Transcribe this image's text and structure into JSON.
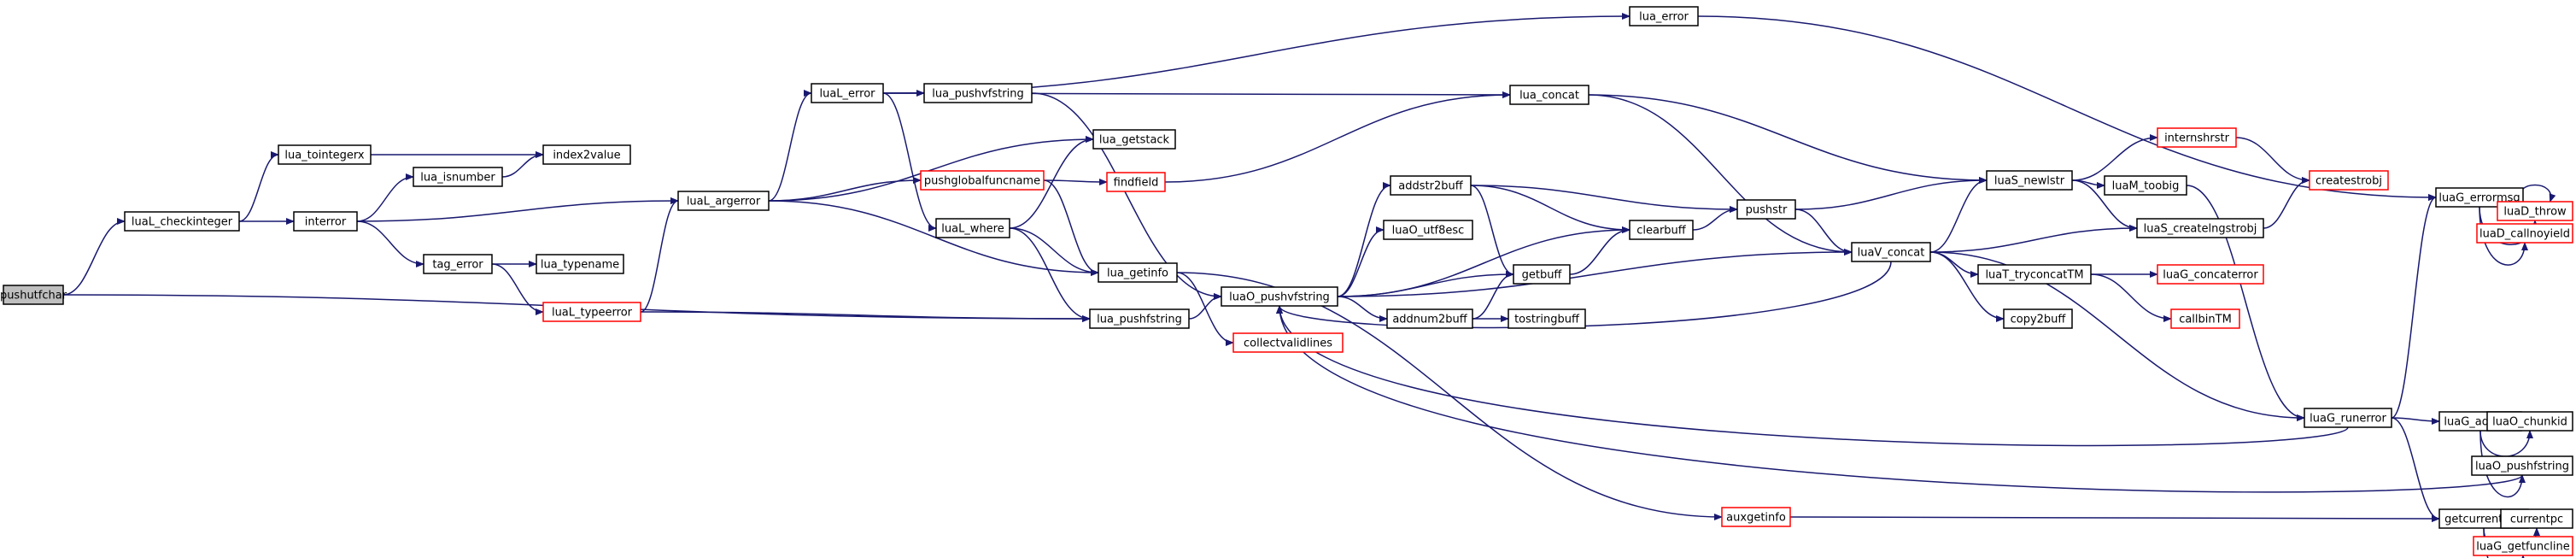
{
  "colors": {
    "edge": "#191970",
    "node_border": "#000000",
    "truncated_border": "#ff0000",
    "root_fill": "#bfbfbf",
    "node_fill": "#ffffff",
    "background": "#ffffff"
  },
  "nodes": [
    {
      "id": "pushutfchar",
      "label": "pushutfchar",
      "kind": "root"
    },
    {
      "id": "luaL_checkinteger",
      "label": "luaL_checkinteger",
      "kind": "normal"
    },
    {
      "id": "lua_tointegerx",
      "label": "lua_tointegerx",
      "kind": "normal"
    },
    {
      "id": "index2value",
      "label": "index2value",
      "kind": "normal"
    },
    {
      "id": "lua_isnumber",
      "label": "lua_isnumber",
      "kind": "normal"
    },
    {
      "id": "interror",
      "label": "interror",
      "kind": "normal"
    },
    {
      "id": "tag_error",
      "label": "tag_error",
      "kind": "normal"
    },
    {
      "id": "lua_typename",
      "label": "lua_typename",
      "kind": "normal"
    },
    {
      "id": "luaL_typeerror",
      "label": "luaL_typeerror",
      "kind": "truncated"
    },
    {
      "id": "luaL_argerror",
      "label": "luaL_argerror",
      "kind": "normal"
    },
    {
      "id": "luaL_error",
      "label": "luaL_error",
      "kind": "normal"
    },
    {
      "id": "lua_pushvfstring",
      "label": "lua_pushvfstring",
      "kind": "normal"
    },
    {
      "id": "luaL_where",
      "label": "luaL_where",
      "kind": "normal"
    },
    {
      "id": "lua_getstack",
      "label": "lua_getstack",
      "kind": "normal"
    },
    {
      "id": "pushglobalfuncname",
      "label": "pushglobalfuncname",
      "kind": "truncated"
    },
    {
      "id": "findfield",
      "label": "findfield",
      "kind": "truncated"
    },
    {
      "id": "lua_getinfo",
      "label": "lua_getinfo",
      "kind": "normal"
    },
    {
      "id": "lua_pushfstring",
      "label": "lua_pushfstring",
      "kind": "normal"
    },
    {
      "id": "collectvalidlines",
      "label": "collectvalidlines",
      "kind": "truncated"
    },
    {
      "id": "luaO_pushvfstring",
      "label": "luaO_pushvfstring",
      "kind": "normal"
    },
    {
      "id": "addstr2buff",
      "label": "addstr2buff",
      "kind": "normal"
    },
    {
      "id": "luaO_utf8esc",
      "label": "luaO_utf8esc",
      "kind": "normal"
    },
    {
      "id": "addnum2buff",
      "label": "addnum2buff",
      "kind": "normal"
    },
    {
      "id": "getbuff",
      "label": "getbuff",
      "kind": "normal"
    },
    {
      "id": "tostringbuff",
      "label": "tostringbuff",
      "kind": "normal"
    },
    {
      "id": "clearbuff",
      "label": "clearbuff",
      "kind": "normal"
    },
    {
      "id": "pushstr",
      "label": "pushstr",
      "kind": "normal"
    },
    {
      "id": "lua_error",
      "label": "lua_error",
      "kind": "normal"
    },
    {
      "id": "lua_concat",
      "label": "lua_concat",
      "kind": "normal"
    },
    {
      "id": "luaV_concat",
      "label": "luaV_concat",
      "kind": "normal"
    },
    {
      "id": "luaS_newlstr",
      "label": "luaS_newlstr",
      "kind": "normal"
    },
    {
      "id": "internshrstr",
      "label": "internshrstr",
      "kind": "truncated"
    },
    {
      "id": "luaM_toobig",
      "label": "luaM_toobig",
      "kind": "normal"
    },
    {
      "id": "createstrobj",
      "label": "createstrobj",
      "kind": "truncated"
    },
    {
      "id": "luaS_createlngstrobj",
      "label": "luaS_createlngstrobj",
      "kind": "normal"
    },
    {
      "id": "luaT_tryconcatTM",
      "label": "luaT_tryconcatTM",
      "kind": "normal"
    },
    {
      "id": "luaG_concaterror",
      "label": "luaG_concaterror",
      "kind": "truncated"
    },
    {
      "id": "callbinTM",
      "label": "callbinTM",
      "kind": "truncated"
    },
    {
      "id": "copy2buff",
      "label": "copy2buff",
      "kind": "normal"
    },
    {
      "id": "luaG_runerror",
      "label": "luaG_runerror",
      "kind": "normal"
    },
    {
      "id": "luaG_errormsg",
      "label": "luaG_errormsg",
      "kind": "normal"
    },
    {
      "id": "luaD_throw",
      "label": "luaD_throw",
      "kind": "truncated"
    },
    {
      "id": "luaD_callnoyield",
      "label": "luaD_callnoyield",
      "kind": "truncated"
    },
    {
      "id": "luaG_addinfo",
      "label": "luaG_addinfo",
      "kind": "normal"
    },
    {
      "id": "luaO_chunkid",
      "label": "luaO_chunkid",
      "kind": "normal"
    },
    {
      "id": "luaO_pushfstring",
      "label": "luaO_pushfstring",
      "kind": "normal"
    },
    {
      "id": "auxgetinfo",
      "label": "auxgetinfo",
      "kind": "truncated"
    },
    {
      "id": "getcurrentline",
      "label": "getcurrentline",
      "kind": "normal"
    },
    {
      "id": "currentpc",
      "label": "currentpc",
      "kind": "normal"
    },
    {
      "id": "luaG_getfuncline",
      "label": "luaG_getfuncline",
      "kind": "truncated"
    }
  ],
  "edges": [
    [
      "pushutfchar",
      "luaL_checkinteger"
    ],
    [
      "pushutfchar",
      "lua_pushfstring"
    ],
    [
      "luaL_checkinteger",
      "lua_tointegerx"
    ],
    [
      "luaL_checkinteger",
      "interror"
    ],
    [
      "lua_tointegerx",
      "index2value"
    ],
    [
      "lua_isnumber",
      "index2value"
    ],
    [
      "interror",
      "lua_isnumber"
    ],
    [
      "interror",
      "luaL_argerror"
    ],
    [
      "interror",
      "tag_error"
    ],
    [
      "tag_error",
      "lua_typename"
    ],
    [
      "tag_error",
      "luaL_typeerror"
    ],
    [
      "luaL_typeerror",
      "luaL_argerror"
    ],
    [
      "luaL_typeerror",
      "lua_pushfstring"
    ],
    [
      "luaL_argerror",
      "luaL_error"
    ],
    [
      "luaL_argerror",
      "lua_getstack"
    ],
    [
      "luaL_argerror",
      "pushglobalfuncname"
    ],
    [
      "luaL_argerror",
      "lua_getinfo"
    ],
    [
      "luaL_error",
      "lua_error"
    ],
    [
      "luaL_error",
      "lua_pushvfstring"
    ],
    [
      "luaL_error",
      "luaL_where"
    ],
    [
      "luaL_error",
      "lua_concat"
    ],
    [
      "luaL_where",
      "lua_getstack"
    ],
    [
      "luaL_where",
      "lua_getinfo"
    ],
    [
      "luaL_where",
      "lua_pushfstring"
    ],
    [
      "pushglobalfuncname",
      "findfield"
    ],
    [
      "pushglobalfuncname",
      "lua_getinfo"
    ],
    [
      "findfield",
      "lua_concat"
    ],
    [
      "lua_pushvfstring",
      "luaO_pushvfstring"
    ],
    [
      "lua_pushfstring",
      "luaO_pushvfstring"
    ],
    [
      "lua_getinfo",
      "collectvalidlines"
    ],
    [
      "lua_getinfo",
      "auxgetinfo"
    ],
    [
      "luaO_pushvfstring",
      "addstr2buff"
    ],
    [
      "luaO_pushvfstring",
      "luaO_utf8esc"
    ],
    [
      "luaO_pushvfstring",
      "addnum2buff"
    ],
    [
      "luaO_pushvfstring",
      "getbuff"
    ],
    [
      "luaO_pushvfstring",
      "clearbuff"
    ],
    [
      "luaO_pushvfstring",
      "luaV_concat"
    ],
    [
      "addstr2buff",
      "getbuff"
    ],
    [
      "addstr2buff",
      "clearbuff"
    ],
    [
      "addstr2buff",
      "pushstr"
    ],
    [
      "addnum2buff",
      "getbuff"
    ],
    [
      "addnum2buff",
      "tostringbuff"
    ],
    [
      "getbuff",
      "clearbuff"
    ],
    [
      "clearbuff",
      "pushstr"
    ],
    [
      "pushstr",
      "luaS_newlstr"
    ],
    [
      "pushstr",
      "luaV_concat"
    ],
    [
      "lua_error",
      "luaG_errormsg"
    ],
    [
      "lua_concat",
      "luaS_newlstr"
    ],
    [
      "lua_concat",
      "luaV_concat"
    ],
    [
      "luaV_concat",
      "luaO_pushvfstring"
    ],
    [
      "luaV_concat",
      "luaS_newlstr"
    ],
    [
      "luaV_concat",
      "luaS_createlngstrobj"
    ],
    [
      "luaV_concat",
      "luaT_tryconcatTM"
    ],
    [
      "luaV_concat",
      "copy2buff"
    ],
    [
      "luaV_concat",
      "luaG_runerror"
    ],
    [
      "luaS_newlstr",
      "internshrstr"
    ],
    [
      "luaS_newlstr",
      "luaM_toobig"
    ],
    [
      "luaS_newlstr",
      "luaS_createlngstrobj"
    ],
    [
      "internshrstr",
      "createstrobj"
    ],
    [
      "luaS_createlngstrobj",
      "createstrobj"
    ],
    [
      "luaM_toobig",
      "luaG_runerror"
    ],
    [
      "luaT_tryconcatTM",
      "luaG_concaterror"
    ],
    [
      "luaT_tryconcatTM",
      "callbinTM"
    ],
    [
      "luaG_runerror",
      "luaO_pushvfstring"
    ],
    [
      "luaG_runerror",
      "luaG_errormsg"
    ],
    [
      "luaG_runerror",
      "luaG_addinfo"
    ],
    [
      "luaG_runerror",
      "getcurrentline"
    ],
    [
      "luaG_errormsg",
      "luaD_throw"
    ],
    [
      "luaG_errormsg",
      "luaD_callnoyield"
    ],
    [
      "luaD_throw",
      "luaD_throw"
    ],
    [
      "luaG_addinfo",
      "luaO_chunkid"
    ],
    [
      "luaG_addinfo",
      "luaO_pushfstring"
    ],
    [
      "luaO_pushfstring",
      "luaO_pushvfstring"
    ],
    [
      "auxgetinfo",
      "getcurrentline"
    ],
    [
      "getcurrentline",
      "currentpc"
    ],
    [
      "getcurrentline",
      "luaG_getfuncline"
    ]
  ]
}
